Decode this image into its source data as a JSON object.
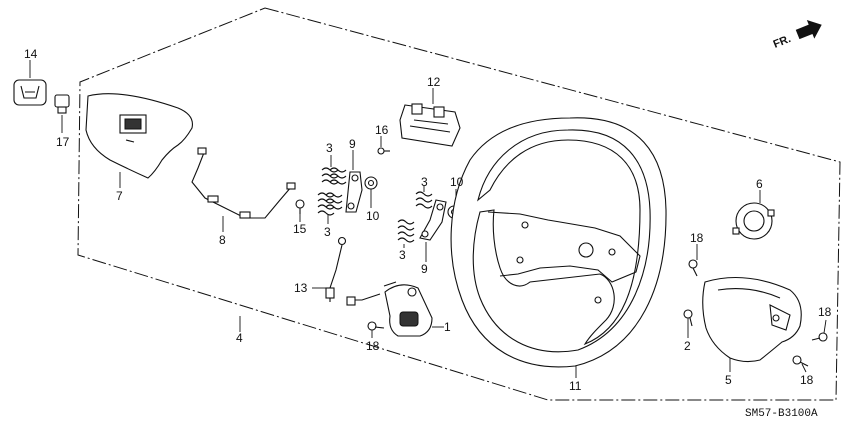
{
  "diagram_code": "SM57-B3100A",
  "front_marker": "FR.",
  "callouts": [
    "1",
    "2",
    "3",
    "3",
    "3",
    "3",
    "4",
    "5",
    "6",
    "7",
    "8",
    "9",
    "9",
    "10",
    "10",
    "11",
    "12",
    "13",
    "14",
    "15",
    "16",
    "17",
    "18",
    "18",
    "18",
    "18"
  ]
}
